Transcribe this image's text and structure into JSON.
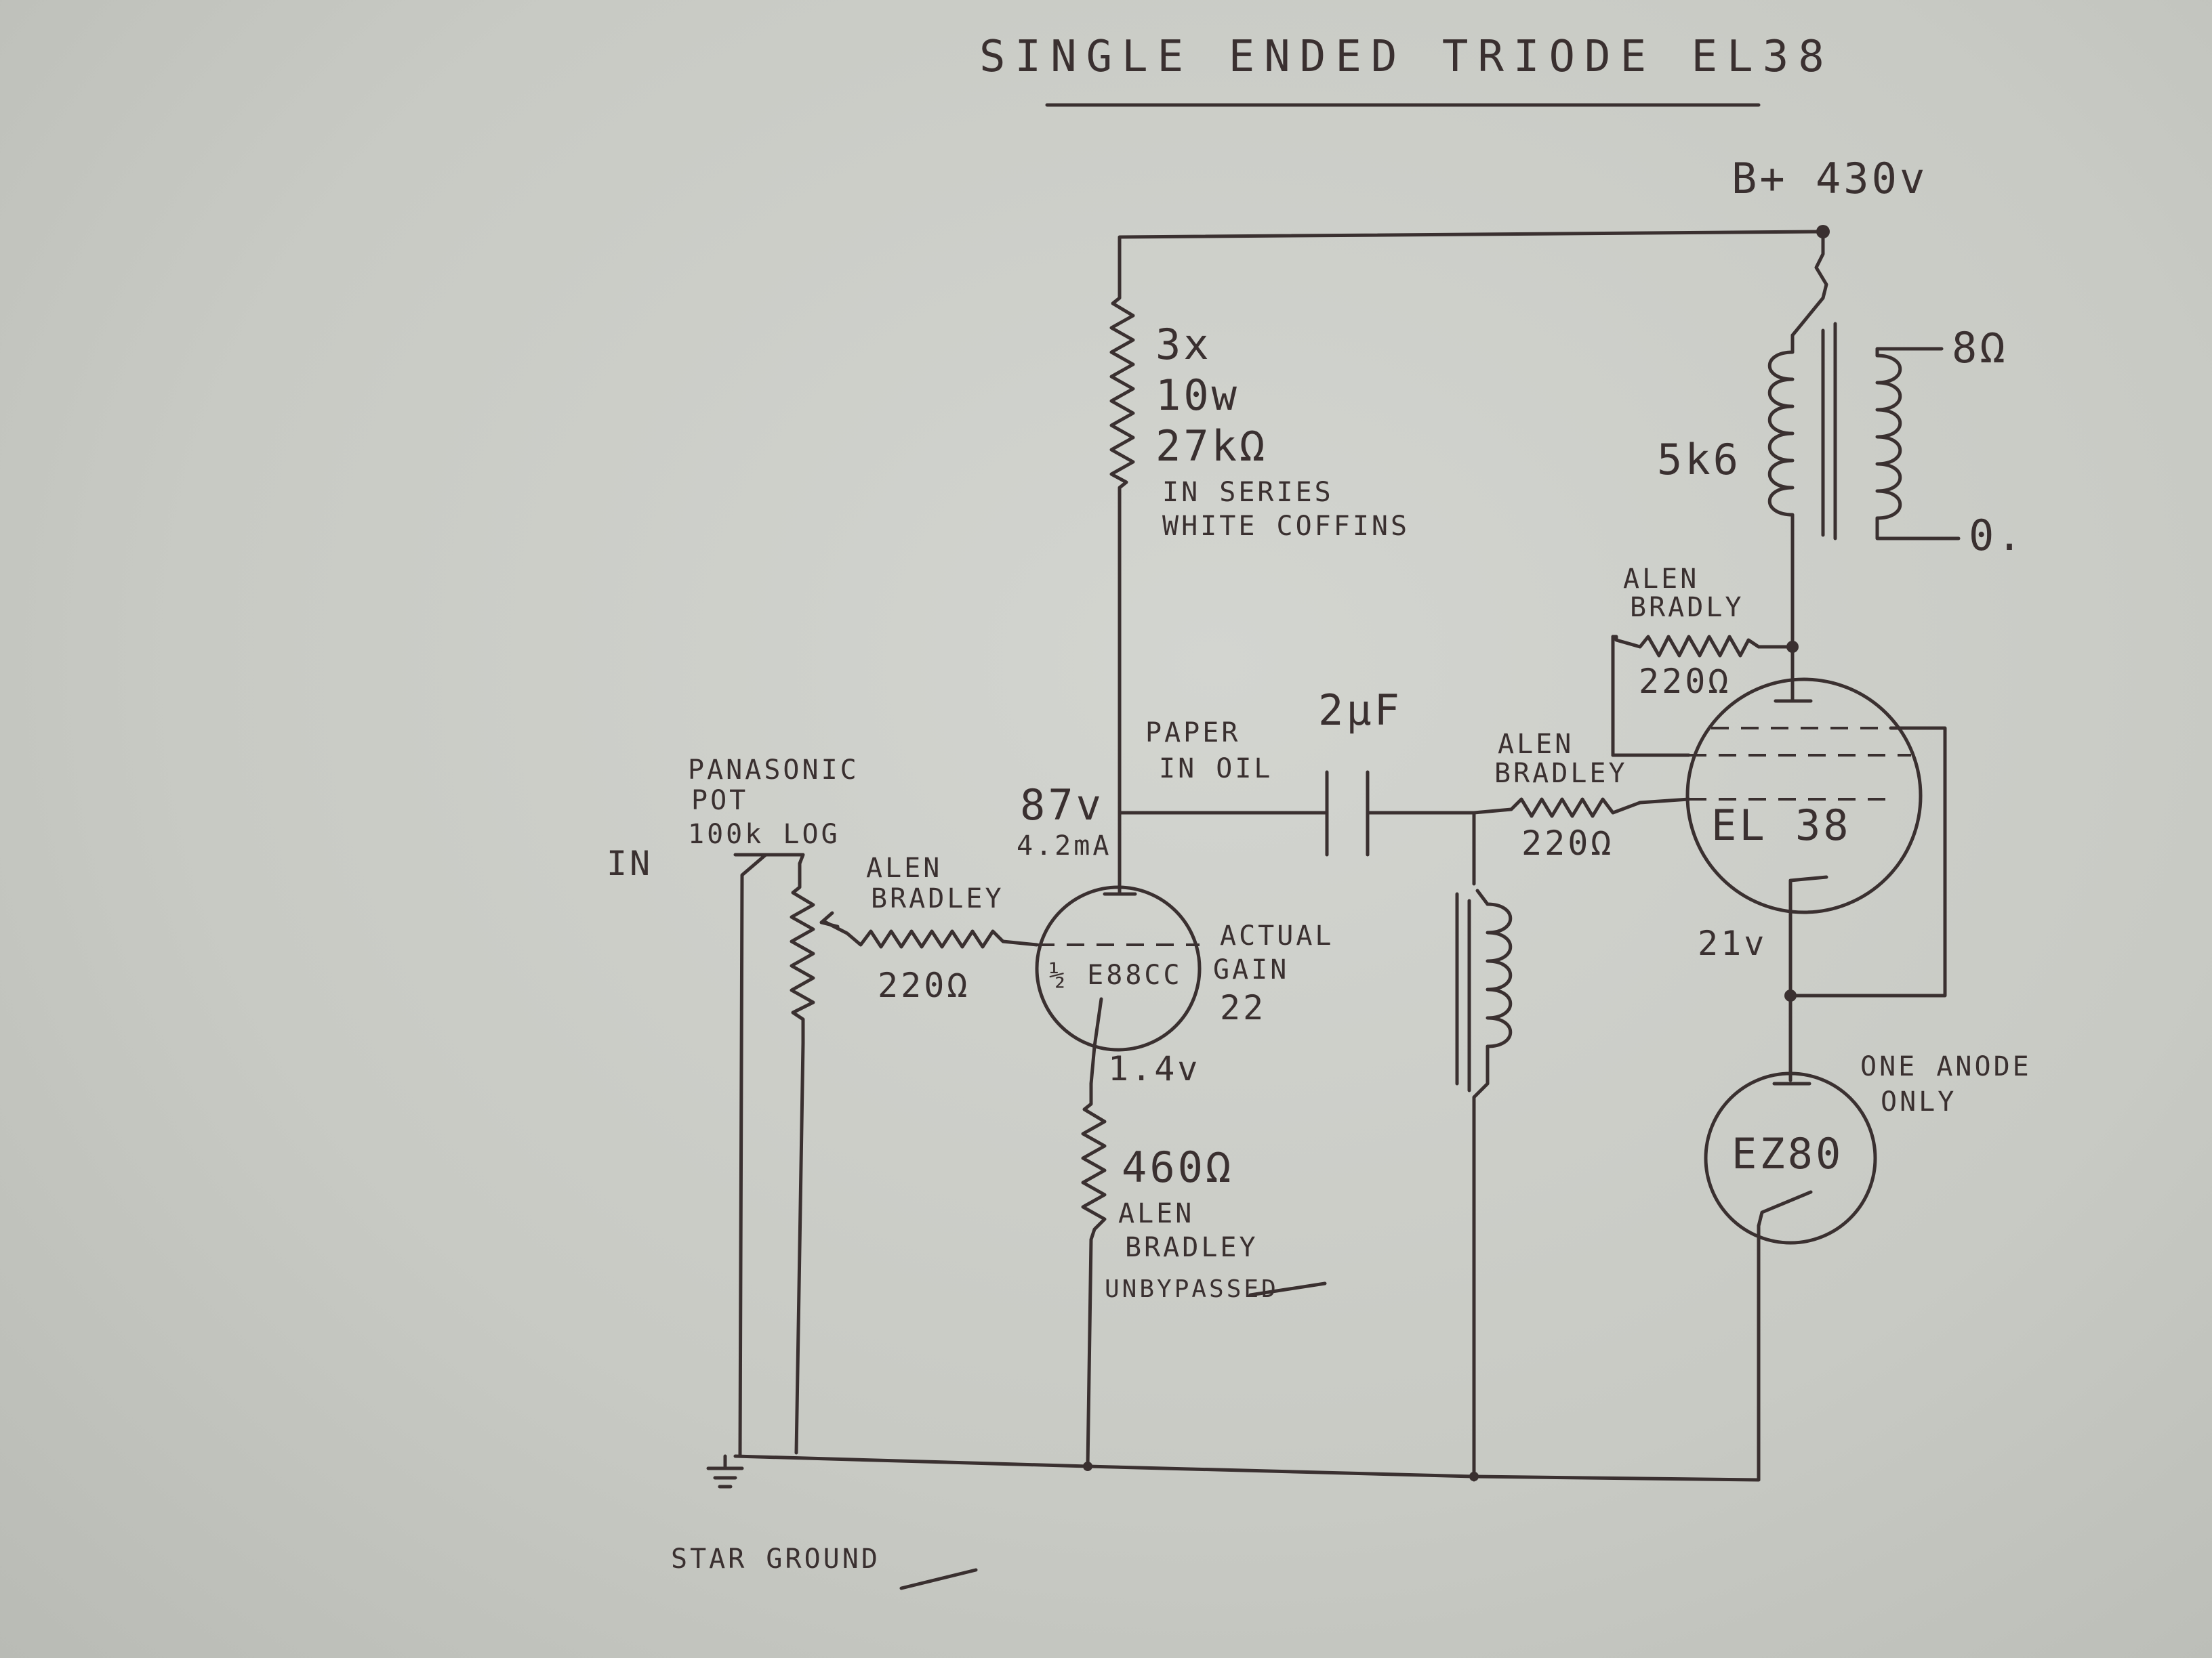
{
  "title": "SINGLE ENDED TRIODE EL38",
  "supply": {
    "label": "B+ 430v"
  },
  "plate_resistor": {
    "count": "3x",
    "power": "10w",
    "value": "27kΩ",
    "note_1": "IN SERIES",
    "note_2": "WHITE COFFINS"
  },
  "output_transformer": {
    "primary": "5k6",
    "secondary_top": "8Ω",
    "secondary_bottom": "0."
  },
  "el38_screen_resistor": {
    "brand_1": "ALEN",
    "brand_2": "BRADLY",
    "value": "220Ω"
  },
  "coupling_cap": {
    "type_1": "PAPER",
    "type_2": "IN OIL",
    "value": "2µF"
  },
  "el38_grid_resistor": {
    "brand_1": "ALEN",
    "brand_2": "BRADLEY",
    "value": "220Ω"
  },
  "input_pot": {
    "make": "PANASONIC",
    "type": "POT",
    "value": "100k LOG",
    "in_label": "IN"
  },
  "e88cc_grid_resistor": {
    "brand_1": "ALEN",
    "brand_2": "BRADLEY",
    "value": "220Ω"
  },
  "e88cc": {
    "label": "½ E88CC",
    "plate_voltage": "87v",
    "plate_current": "4.2mA",
    "cathode_voltage": "1.4v",
    "gain_1": "ACTUAL",
    "gain_2": "GAIN",
    "gain_3": "22"
  },
  "cathode_resistor": {
    "value": "460Ω",
    "brand_1": "ALEN",
    "brand_2": "BRADLEY",
    "note": "UNBYPASSED"
  },
  "el38": {
    "label": "EL 38",
    "cathode_voltage": "21v"
  },
  "ez80": {
    "label": "EZ80",
    "note_1": "ONE ANODE",
    "note_2": "ONLY"
  },
  "ground": {
    "label": "STAR GROUND"
  }
}
